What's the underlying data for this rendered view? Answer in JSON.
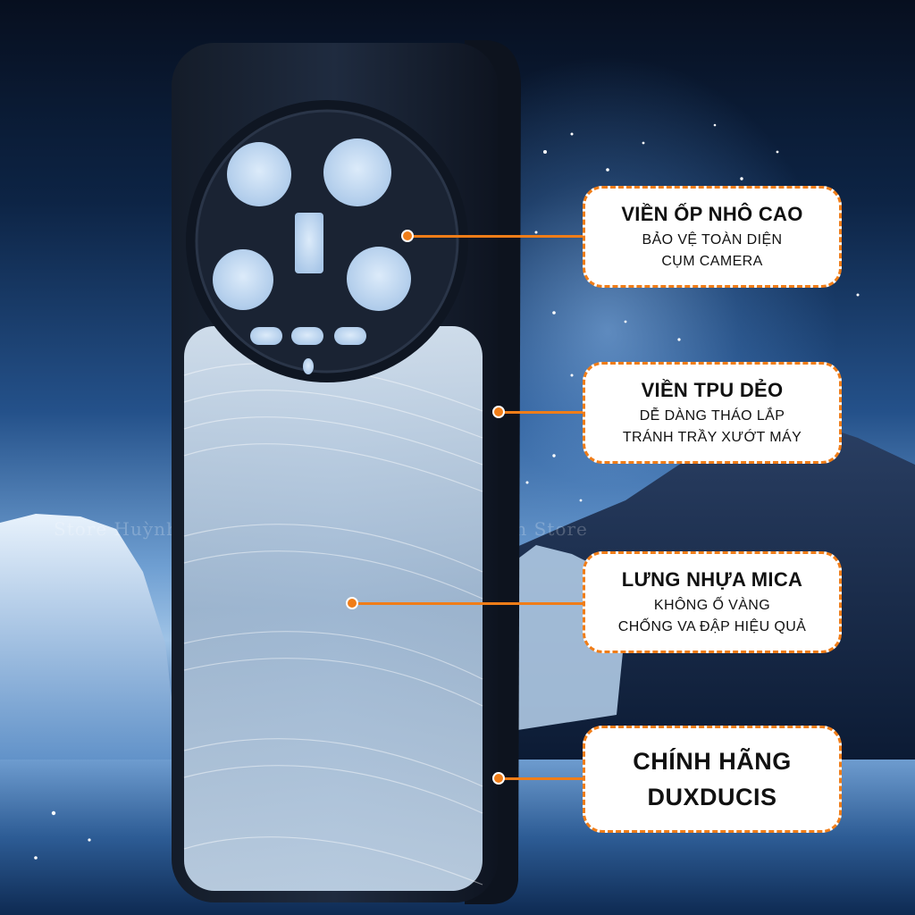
{
  "watermark": {
    "left": "Store     Huỳnh Tân Store",
    "right": "Huỳnh Tân Store"
  },
  "callouts": [
    {
      "title": "VIỀN ỐP NHÔ CAO",
      "line1": "BẢO VỆ TOÀN DIỆN",
      "line2": "CỤM CAMERA"
    },
    {
      "title": "VIỀN TPU DẺO",
      "line1": "DỄ DÀNG THÁO LẮP",
      "line2": "TRÁNH TRẦY XƯỚT MÁY"
    },
    {
      "title": "LƯNG NHỰA MICA",
      "line1": "KHÔNG Ố VÀNG",
      "line2": "CHỐNG VA ĐẬP HIỆU QUẢ"
    },
    {
      "title_line1": "CHÍNH HÃNG",
      "title_line2": "DUXDUCIS"
    }
  ],
  "colors": {
    "accent": "#f07d18",
    "card_bg": "#ffffff",
    "case_frame": "#1b2535"
  }
}
